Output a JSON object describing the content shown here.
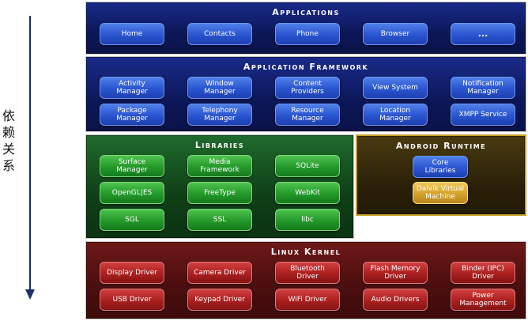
{
  "side_label": "依赖关系",
  "layers": {
    "applications": {
      "title": "Applications",
      "items": [
        "Home",
        "Contacts",
        "Phone",
        "Browser",
        "..."
      ]
    },
    "framework": {
      "title": "Application Framework",
      "items": [
        "Activity Manager",
        "Window Manager",
        "Content Providers",
        "View System",
        "Notification Manager",
        "Package Manager",
        "Telephony Manager",
        "Resource Manager",
        "Location Manager",
        "XMPP Service"
      ]
    },
    "libraries": {
      "title": "Libraries",
      "items": [
        "Surface Manager",
        "Media Framework",
        "SQLite",
        "OpenGL|ES",
        "FreeType",
        "WebKit",
        "SGL",
        "SSL",
        "libc"
      ]
    },
    "runtime": {
      "title": "Android Runtime",
      "items": [
        "Core Libraries",
        "Dalvik Virtual Machine"
      ]
    },
    "kernel": {
      "title": "Linux Kernel",
      "items": [
        "Display Driver",
        "Camera Driver",
        "Bluetooth Driver",
        "Flash Memory Driver",
        "Binder (IPC) Driver",
        "USB Driver",
        "Keypad Driver",
        "WiFi Driver",
        "Audio Drivers",
        "Power Management"
      ]
    }
  },
  "colors": {
    "arrow": "#1c2f6e",
    "apps_panel": "#0c1758",
    "libraries_panel": "#0f3f17",
    "runtime_panel": "#2a2008",
    "runtime_border": "#c9a22a",
    "kernel_panel": "#4a0e0e",
    "button_blue": "#2a55d0",
    "button_green": "#23992a",
    "button_gold": "#d4a22a",
    "button_red": "#aa1f1f"
  }
}
